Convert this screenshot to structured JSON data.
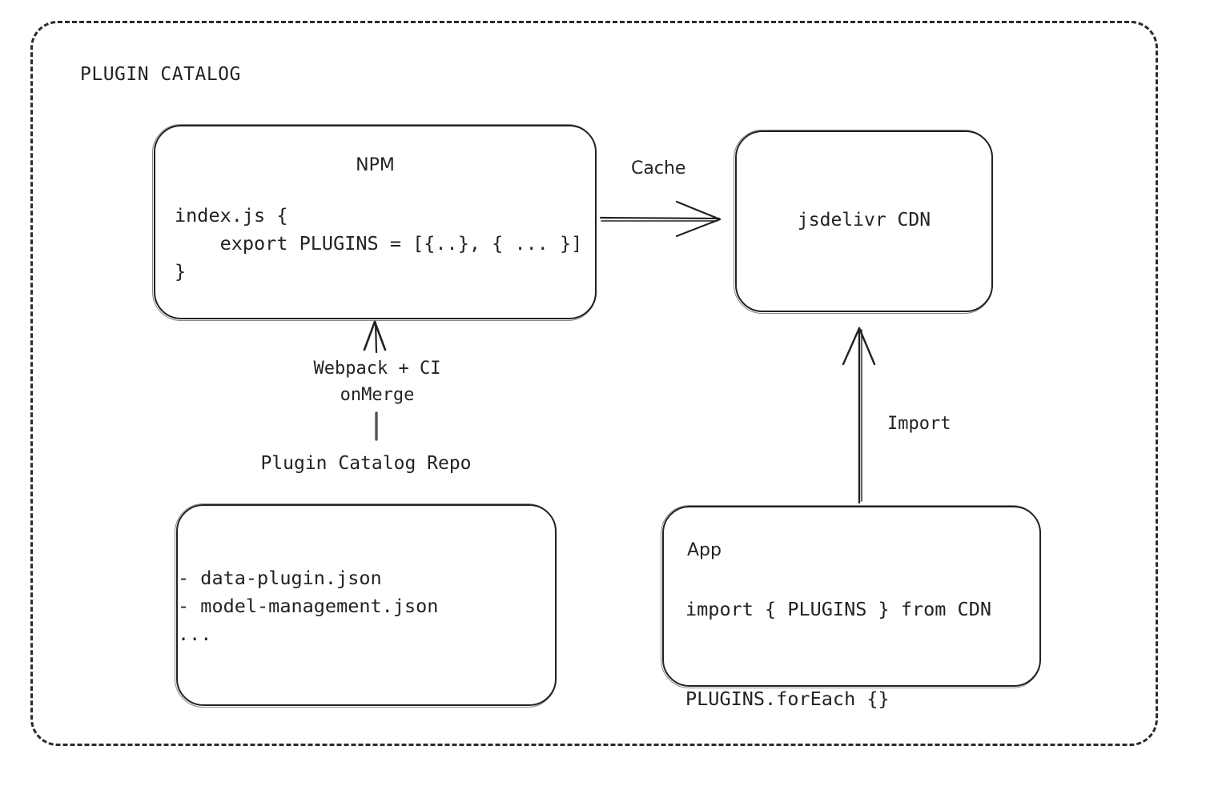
{
  "diagram": {
    "frame_title": "PLUGIN CATALOG",
    "nodes": {
      "npm": {
        "title": "NPM",
        "code": "index.js {\n    export PLUGINS = [{..}, { ... }]\n}"
      },
      "cdn": {
        "title": "jsdelivr CDN"
      },
      "repo": {
        "label": "Plugin Catalog Repo",
        "code": "- data-plugin.json\n- model-management.json\n..."
      },
      "app": {
        "title": "App",
        "code": "import { PLUGINS } from CDN\n\nPLUGINS.forEach {}"
      }
    },
    "edges": {
      "cache": "Cache",
      "import": "Import",
      "webpack": "Webpack + CI\nonMerge"
    },
    "colors": {
      "stroke": "#222222",
      "text": "#232323",
      "background": "#ffffff"
    }
  }
}
